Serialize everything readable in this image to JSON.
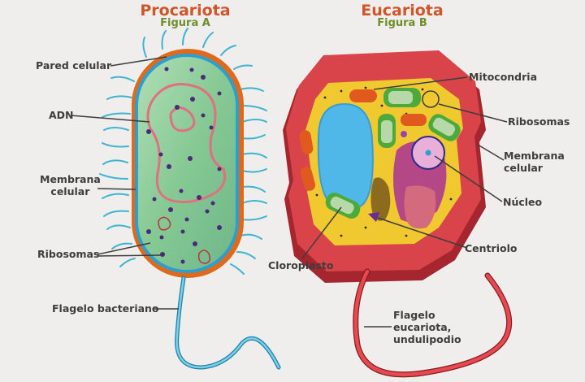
{
  "figures": [
    {
      "id": "A",
      "title": "Procariota",
      "subtitle": "Figura A",
      "labels": {
        "pared_celular": "Pared celular",
        "adn": "ADN",
        "membrana_celular": "Membrana\ncelular",
        "membrana_celular_l1": "Membrana",
        "membrana_celular_l2": "celular",
        "ribosomas": "Ribosomas",
        "flagelo": "Flagelo bacteriano"
      }
    },
    {
      "id": "B",
      "title": "Eucariota",
      "subtitle": "Figura B",
      "labels": {
        "mitocondria": "Mitocondria",
        "ribosomas": "Ribosomas",
        "membrana_celular_l1": "Membrana",
        "membrana_celular_l2": "celular",
        "nucleo": "Núcleo",
        "centriolo": "Centriolo",
        "cloroplasto": "Cloroplasto",
        "flagelo_l1": "Flagelo",
        "flagelo_l2": "eucariota,",
        "flagelo_l3": "undulipodio"
      }
    }
  ],
  "colors": {
    "background": "#efeeec",
    "title": "#d2552a",
    "subtitle": "#6f8d2a",
    "label_text": "#3d3d3d",
    "prok_wall": "#e06a1c",
    "prok_membrane": "#2a9fd0",
    "prok_cytoplasm": "#8fcf9a",
    "prok_flagella": "#3fb3d3",
    "dna": "#e07080",
    "ribosome": "#4a2a7a",
    "euk_membrane": "#d9444a",
    "euk_cytoplasm": "#f0c830",
    "vacuole": "#4fb8e8",
    "chloroplast": "#4caa3a",
    "mitochondria": "#e05a20"
  }
}
